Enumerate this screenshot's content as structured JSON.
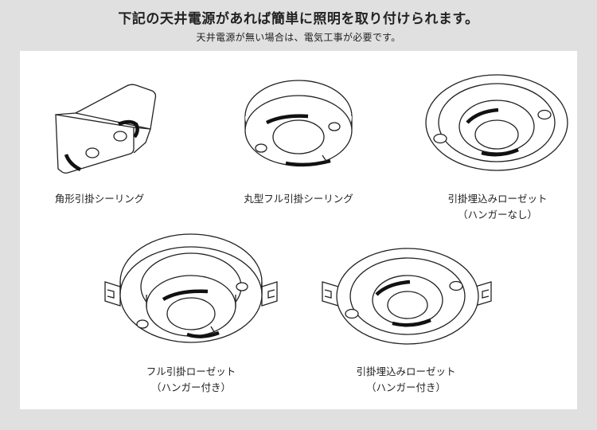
{
  "header": {
    "title": "下記の天井電源があれば簡単に照明を取り付けられます。",
    "subtitle": "天井電源が無い場合は、電気工事が必要です。"
  },
  "items": [
    {
      "icon": "square-hook-ceiling-icon",
      "label": "角形引掛シーリング",
      "sublabel": ""
    },
    {
      "icon": "round-full-hook-ceiling-icon",
      "label": "丸型フル引掛シーリング",
      "sublabel": ""
    },
    {
      "icon": "embedded-rosette-icon",
      "label": "引掛埋込みローゼット",
      "sublabel": "（ハンガーなし）"
    },
    {
      "icon": "full-rosette-hanger-icon",
      "label": "フル引掛ローゼット",
      "sublabel": "（ハンガー付き）"
    },
    {
      "icon": "embedded-rosette-hanger-icon",
      "label": "引掛埋込みローゼット",
      "sublabel": "（ハンガー付き）"
    }
  ]
}
